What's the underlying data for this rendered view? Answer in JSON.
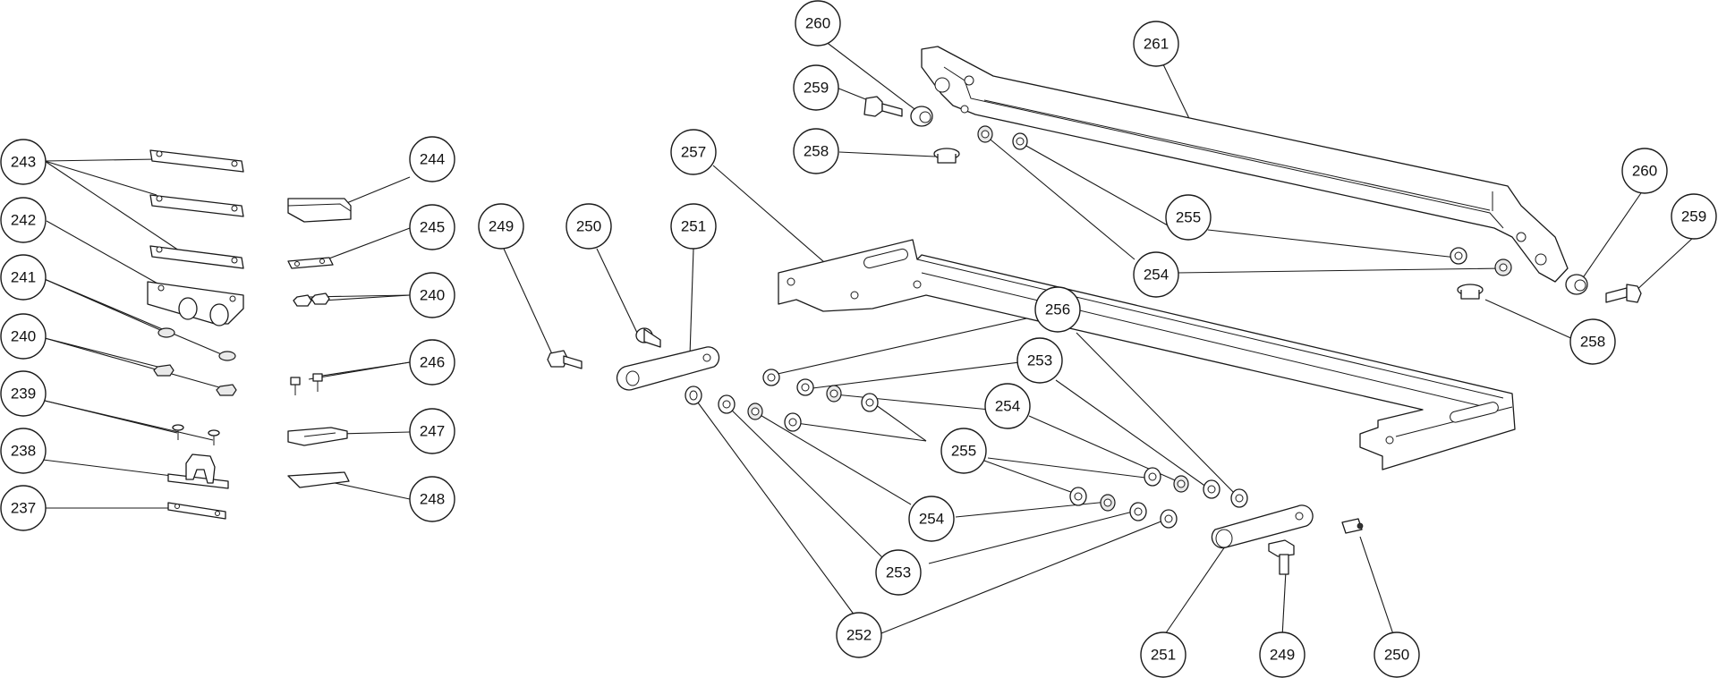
{
  "callouts": [
    {
      "label": "260"
    },
    {
      "label": "261"
    },
    {
      "label": "259"
    },
    {
      "label": "258"
    },
    {
      "label": "257"
    },
    {
      "label": "243"
    },
    {
      "label": "244"
    },
    {
      "label": "242"
    },
    {
      "label": "245"
    },
    {
      "label": "249"
    },
    {
      "label": "250"
    },
    {
      "label": "251"
    },
    {
      "label": "241"
    },
    {
      "label": "240"
    },
    {
      "label": "240"
    },
    {
      "label": "246"
    },
    {
      "label": "239"
    },
    {
      "label": "247"
    },
    {
      "label": "238"
    },
    {
      "label": "248"
    },
    {
      "label": "237"
    },
    {
      "label": "255"
    },
    {
      "label": "254"
    },
    {
      "label": "256"
    },
    {
      "label": "253"
    },
    {
      "label": "254"
    },
    {
      "label": "255"
    },
    {
      "label": "254"
    },
    {
      "label": "253"
    },
    {
      "label": "252"
    },
    {
      "label": "251"
    },
    {
      "label": "249"
    },
    {
      "label": "250"
    },
    {
      "label": "260"
    },
    {
      "label": "259"
    },
    {
      "label": "258"
    }
  ]
}
